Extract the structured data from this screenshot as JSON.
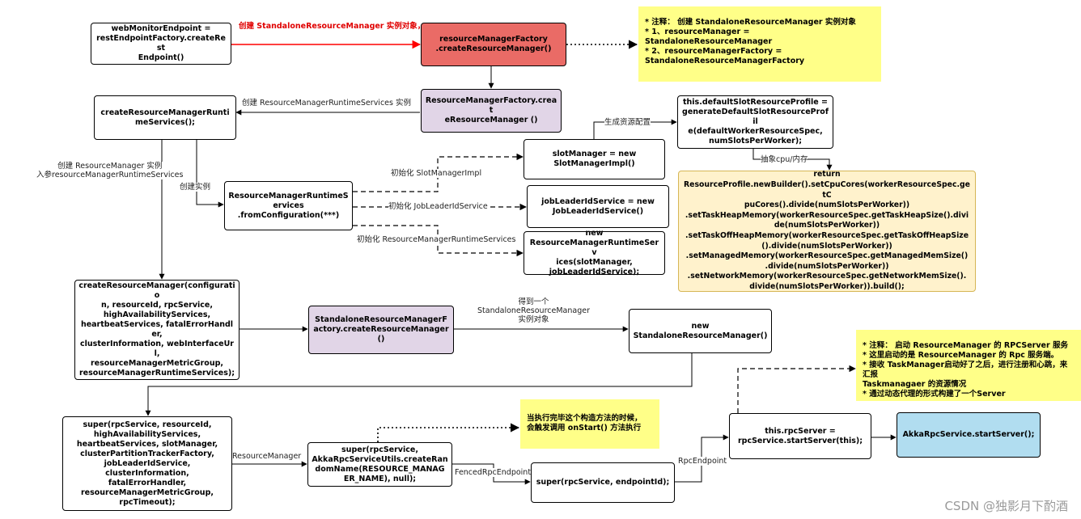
{
  "nodes": {
    "webMonitor": "webMonitorEndpoint =\nrestEndpointFactory.createRest\nEndpoint()",
    "rmfCreate": "resourceManagerFactory\n.createResourceManager()",
    "rmfCreate2": "ResourceManagerFactory.creat\neResourceManager  ()",
    "createRmRuntime": "createResourceManagerRunti\nmeServices();",
    "rmrsFromConfig": "ResourceManagerRuntimeS\nervices\n.fromConfiguration(***)",
    "slotManager": "slotManager = new\nSlotManagerImpl()",
    "jobLeader": "jobLeaderIdService = new\nJobLeaderIdService()",
    "newRmrs": "new\nResourceManagerRuntimeServ\nices(slotManager,\njobLeaderIdService);",
    "defaultSlot": "this.defaultSlotResourceProfile =\ngenerateDefaultSlotResourceProfil\ne(defaultWorkerResourceSpec,\nnumSlotsPerWorker);",
    "returnProfile": "return\nResourceProfile.newBuilder().setCpuCores(workerResourceSpec.getC\npuCores().divide(numSlotsPerWorker))\n.setTaskHeapMemory(workerResourceSpec.getTaskHeapSize().divi\nde(numSlotsPerWorker))\n.setTaskOffHeapMemory(workerResourceSpec.getTaskOffHeapSize\n().divide(numSlotsPerWorker))\n.setManagedMemory(workerResourceSpec.getManagedMemSize()\n.divide(numSlotsPerWorker))\n.setNetworkMemory(workerResourceSpec.getNetworkMemSize().\ndivide(numSlotsPerWorker)).build();",
    "createRm": "createResourceManager(configuratio\nn, resourceId, rpcService,\nhighAvailabilityServices,\nheartbeatServices, fatalErrorHandler,\nclusterInformation, webInterfaceUrl,\nresourceManagerMetricGroup,\nresourceManagerRuntimeServices);",
    "standaloneFactory": "StandaloneResourceManagerF\nactory.createResourceManager\n()",
    "newStandalone": "new\nStandaloneResourceManager()",
    "superRpc": "super(rpcService, resourceId,\nhighAvailabilityServices,\nheartbeatServices, slotManager,\nclusterPartitionTrackerFactory,\njobLeaderIdService,\nclusterInformation,\nfatalErrorHandler,\nresourceManagerMetricGroup,\nrpcTimeout);",
    "superAkka": "super(rpcService,\nAkkaRpcServiceUtils.createRan\ndomName(RESOURCE_MANAG\nER_NAME), null);",
    "superEndpoint": "super(rpcService, endpointId);",
    "rpcServer": "this.rpcServer =\nrpcService.startServer(this);",
    "akkaStart": "AkkaRpcService.startServer();"
  },
  "notes": {
    "note1": "*  注释： 创建 StandaloneResourceManager 实例对象\n*  1、resourceManager =\nStandaloneResourceManager\n*  2、resourceManagerFactory =\nStandaloneResourceManagerFactory",
    "note2": "*  注释： 启动 ResourceManager 的 RPCServer 服务\n*  这里启动的是 ResourceManager 的 Rpc 服务端。\n*  接收 TaskManager启动好了之后，进行注册和心跳，来汇报\nTaskmanagaer 的资源情况\n*  通过动态代理的形式构建了一个Server",
    "note3": "当执行完毕这个构造方法的时候，\n会触发调用 onStart() 方法执行"
  },
  "labels": {
    "createStandalone": "创建 StandaloneResourceManager 实例对象，",
    "createRuntimeInstance": "创建 ResourceManagerRuntimeServices 实例",
    "createRmInstance": "创建 ResourceManager 实例\n入参resourceManagerRuntimeServices",
    "createInstance": "创建实例",
    "initSlotManager": "初始化 SlotManagerImpl",
    "initJobLeader": "初始化 JobLeaderIdService",
    "initRuntime": "初始化 ResourceManagerRuntimeServices",
    "genResource": "生成资源配置",
    "abstractCpu": "抽象cpu/内存",
    "getStandalone": "得到一个\nStandaloneResourceManager\n实例对象",
    "resourceManager": "ResourceManager",
    "fencedRpc": "FencedRpcEndpoint",
    "rpcEndpoint": "RpcEndpoint"
  },
  "watermark": "CSDN @独影月下酌酒",
  "colors": {
    "red": "#ea6b66",
    "purple": "#e1d5e7",
    "cyan": "#b1ddf0",
    "noteYellow": "#ffff88",
    "paleYellow": "#fff2cc",
    "redArrow": "#ff0000"
  }
}
